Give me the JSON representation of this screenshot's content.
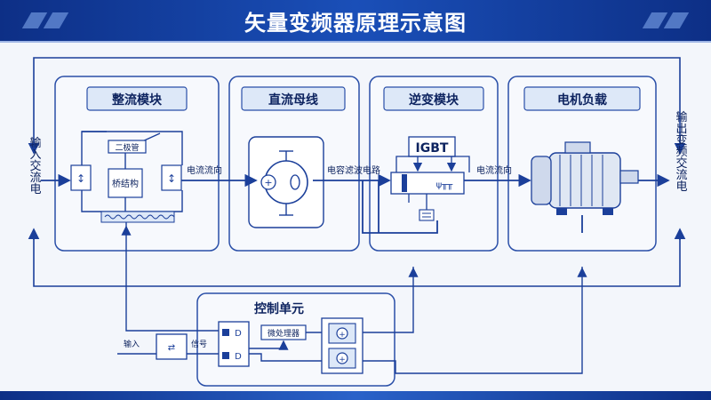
{
  "title": "矢量变频器原理示意图",
  "input_label": "输入交流电",
  "output_label": "输出变频交流电",
  "rectifier": {
    "title": "整流模块",
    "diode_label": "二极管",
    "bridge_label": "桥结构"
  },
  "dc_bus": {
    "title": "直流母线"
  },
  "inverter": {
    "title": "逆变模块",
    "igbt_label": "IGBT"
  },
  "motor": {
    "title": "电机负载"
  },
  "control": {
    "title": "控制单元",
    "mcu_label": "微处理器"
  },
  "flow_labels": {
    "current_1": "电流流向",
    "filter": "电容滤波电路",
    "current_2": "电流流向"
  },
  "signal_labels": {
    "left": "输入",
    "right": "信号"
  },
  "colors": {
    "line": "#1b3f9a",
    "box_border": "#2a4fa8",
    "title_fill": "#dde8f8",
    "panel_fill": "#f7f9fd"
  }
}
